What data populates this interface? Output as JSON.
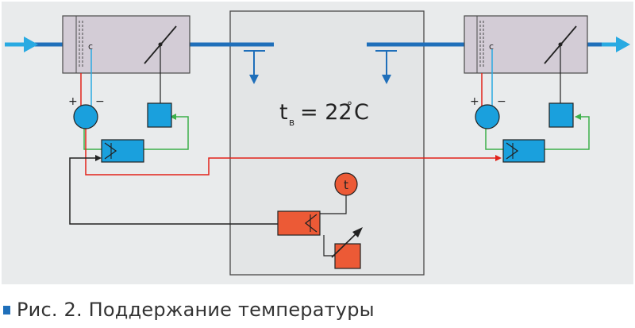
{
  "diagram": {
    "room_temp": {
      "symbol": "t",
      "subscript": "в",
      "equals": "= 22",
      "degree": "°",
      "unit": "C"
    },
    "sensor_label": "t",
    "left_unit": {
      "plus": "+",
      "minus": "−",
      "c_label": "c"
    },
    "right_unit": {
      "plus": "+",
      "minus": "−",
      "c_label": "c"
    },
    "colors": {
      "frame": "#e9ebec",
      "room": "#e3e5e6",
      "duct": "#1f6fba",
      "arrow": "#29aae2",
      "device": "#d3ccd6",
      "blue_block": "#1aa0dd",
      "red_block": "#ec5a36",
      "red_wire": "#e2231a",
      "green_wire": "#3cb04a",
      "black_wire": "#222222",
      "cyan_wire": "#29aae2"
    }
  },
  "caption": {
    "text": "Рис. 2. Поддержание температуры"
  }
}
